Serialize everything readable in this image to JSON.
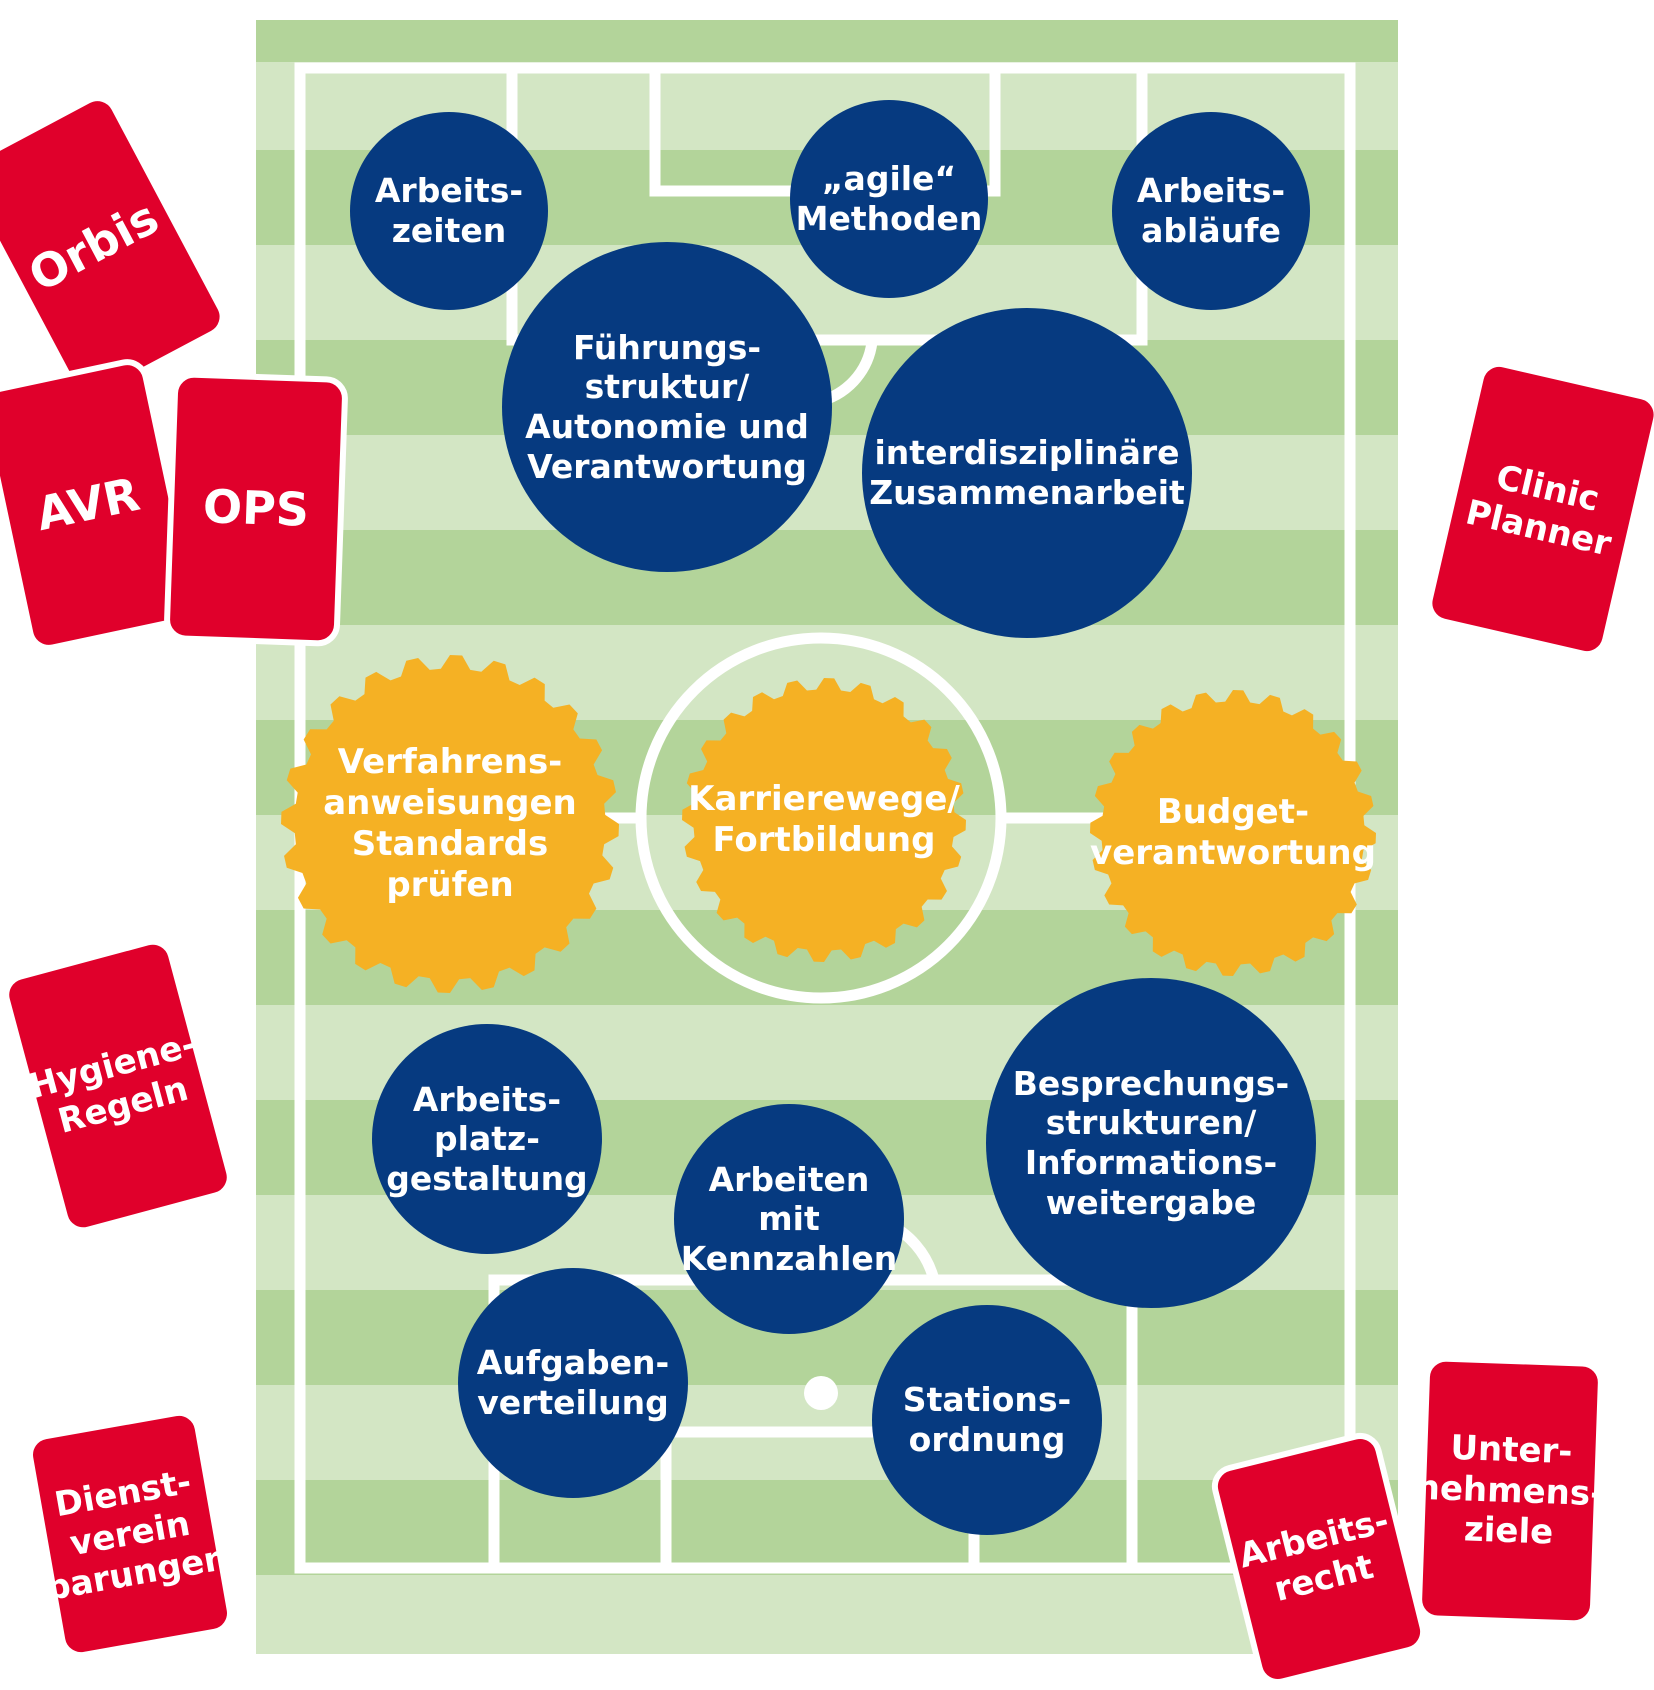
{
  "colors": {
    "field_light": "#d3e6c4",
    "field_dark": "#b3d49a",
    "lines": "#ffffff",
    "circle_blue": "#063a80",
    "gear_yellow": "#f5b124",
    "card_red": "#e0002b",
    "text": "#ffffff"
  },
  "blue_circles": [
    {
      "label": "Arbeits-\nzeiten"
    },
    {
      "label": "„agile“\nMethoden"
    },
    {
      "label": "Arbeits-\nabläufe"
    },
    {
      "label": "Führungs-\nstruktur/\nAutonomie und\nVerantwortung"
    },
    {
      "label": "interdisziplinäre\nZusammenarbeit"
    },
    {
      "label": "Arbeits-\nplatz-\ngestaltung"
    },
    {
      "label": "Arbeiten\nmit\nKennzahlen"
    },
    {
      "label": "Besprechungs-\nstrukturen/\nInformations-\nweitergabe"
    },
    {
      "label": "Aufgaben-\nverteilung"
    },
    {
      "label": "Stations-\nordnung"
    }
  ],
  "yellow_gears": [
    {
      "label": "Verfahrens-\nanweisungen\nStandards\nprüfen"
    },
    {
      "label": "Karrierewege/\nFortbildung"
    },
    {
      "label": "Budget-\nverantwortung"
    }
  ],
  "red_cards": [
    {
      "label": "Orbis"
    },
    {
      "label": "AVR"
    },
    {
      "label": "OPS"
    },
    {
      "label": "Clinic\nPlanner"
    },
    {
      "label": "Hygiene-\nRegeln"
    },
    {
      "label": "Dienst-\nverein\nbarungen"
    },
    {
      "label": "Unter-\nnehmens-\nziele"
    },
    {
      "label": "Arbeits-\nrecht"
    }
  ]
}
